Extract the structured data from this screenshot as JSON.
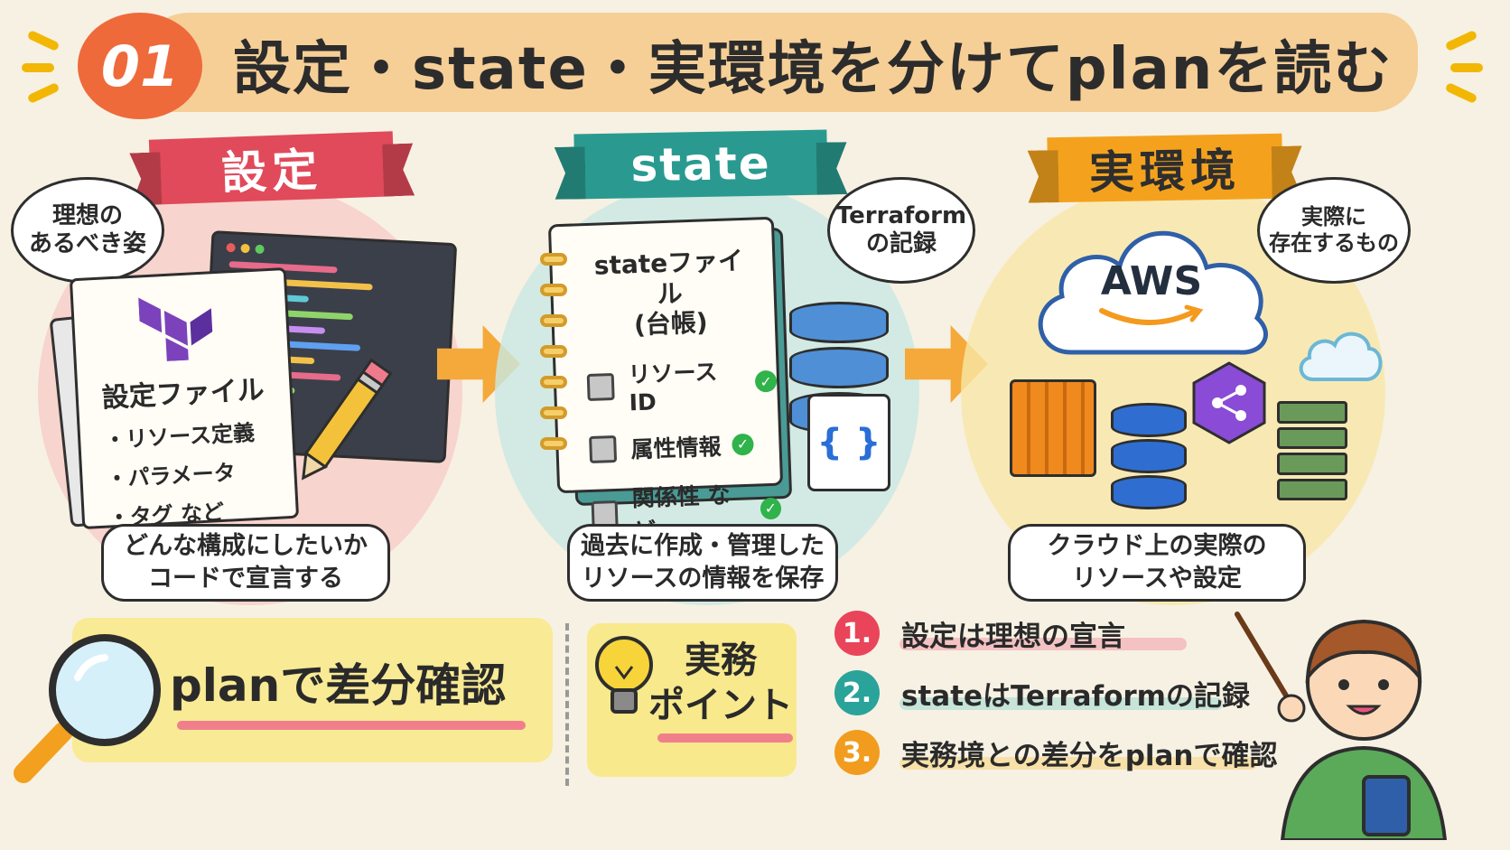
{
  "title": {
    "number": "01",
    "text": "設定・state・実環境を分けてplanを読む"
  },
  "panels": {
    "config": {
      "ribbon": "設定",
      "bubble": "理想の\nあるべき姿",
      "doc_title": "設定ファイル",
      "doc_items": [
        "・リソース定義",
        "・パラメータ",
        "・タグ など"
      ],
      "caption": "どんな構成にしたいか\nコードで宣言する"
    },
    "state": {
      "ribbon": "state",
      "bubble": "Terraform\nの記録",
      "notebook_title": "stateファイル\n(台帳)",
      "rows": [
        "リソースID",
        "属性情報",
        "関係性 など"
      ],
      "braces": "{ }",
      "caption": "過去に作成・管理した\nリソースの情報を保存"
    },
    "real": {
      "ribbon": "実環境",
      "bubble": "実際に\n存在するもの",
      "cloud_label": "AWS",
      "caption": "クラウド上の実際の\nリソースや設定"
    }
  },
  "bottom": {
    "plan_label": "planで差分確認",
    "point_label": "実務\nポイント",
    "points": [
      {
        "num": "1.",
        "text": "設定は理想の宣言"
      },
      {
        "num": "2.",
        "text": "stateはTerraformの記録"
      },
      {
        "num": "3.",
        "text": "実務境との差分をplanで確認"
      }
    ]
  },
  "colors": {
    "config": "#e04a5a",
    "state": "#2a9a90",
    "real": "#f4a21e",
    "point1": "#e9445a",
    "point2": "#2aa39a",
    "point3": "#f29c1f"
  }
}
